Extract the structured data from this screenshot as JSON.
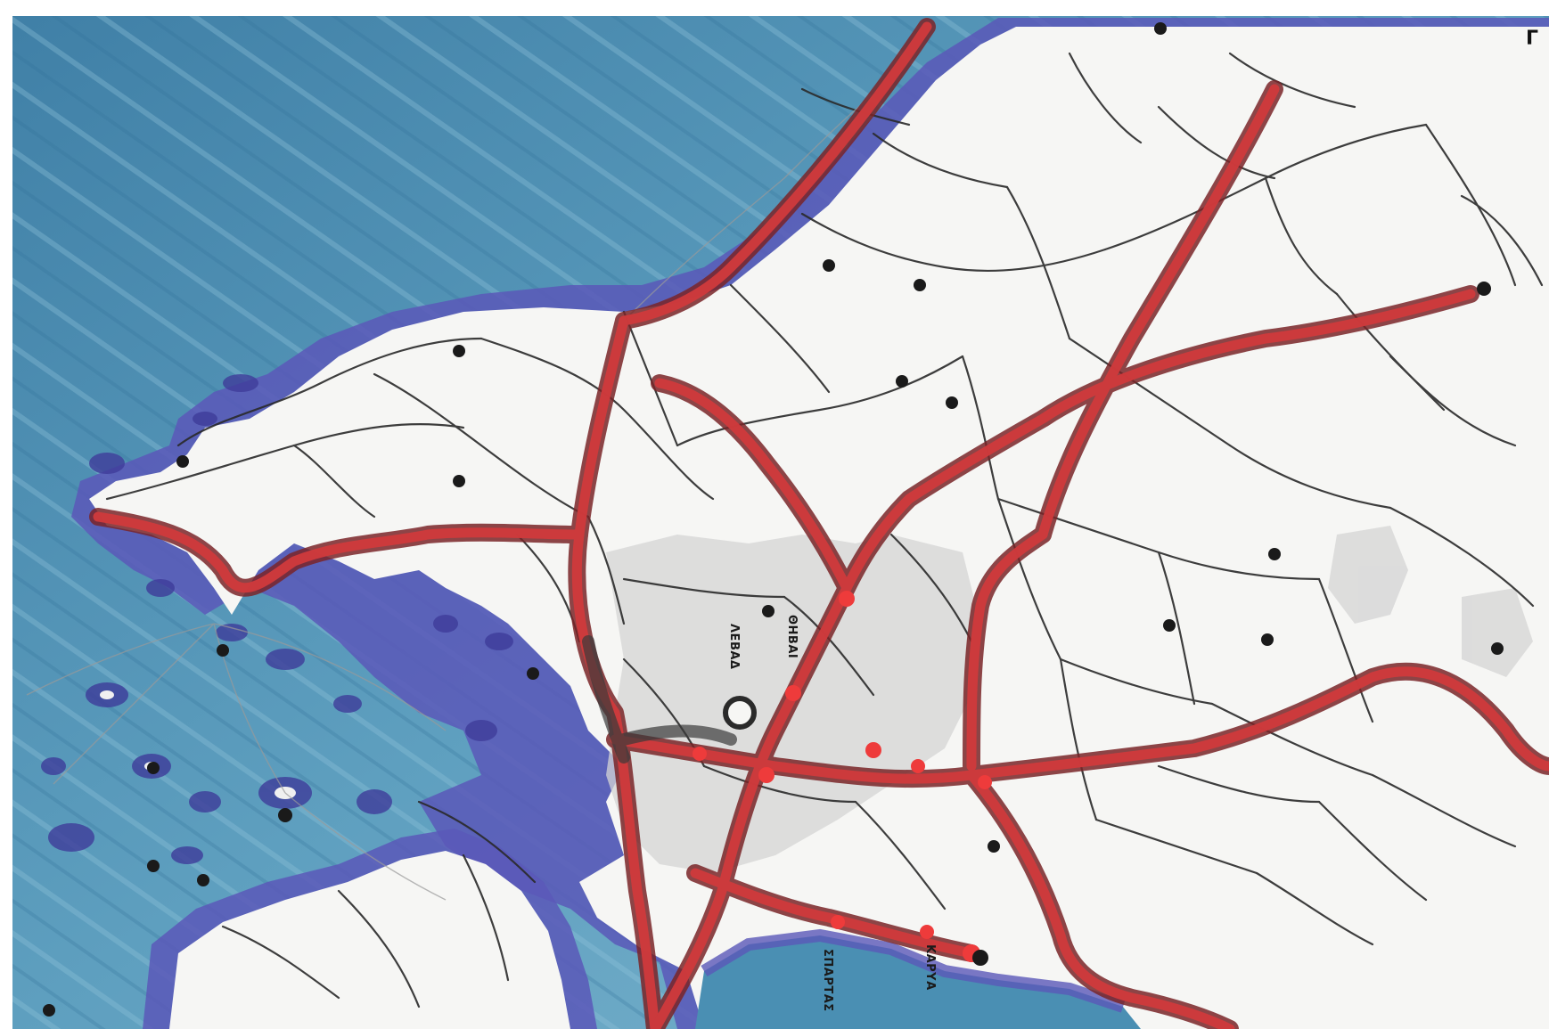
{
  "map": {
    "place_labels": [
      {
        "id": "lbl-1",
        "text": "ΛΕΒΑΔ"
      },
      {
        "id": "lbl-2",
        "text": "ΘΗΒΑΙ"
      },
      {
        "id": "lbl-3",
        "text": "ΣΠΑΡΤΑΣ"
      },
      {
        "id": "lbl-4",
        "text": "ΚΑΡΥΑ"
      }
    ],
    "corner_mark": "Γ",
    "colors": {
      "sea_dark": "#3f7fa6",
      "sea_mid": "#5e9fbf",
      "sea_light": "#8fc3d8",
      "coast_band": "#5a58b8",
      "land": "#f6f6f4",
      "region_shade": "#d4d4d4",
      "road": "#2a2a2a",
      "corridor_red": "#d03a3c",
      "corridor_dark": "#7a2528",
      "city_dot": "#1a1a1a",
      "node_red": "#ee3b3b"
    },
    "icons": [
      "city-dot-icon",
      "node-red-icon"
    ]
  }
}
